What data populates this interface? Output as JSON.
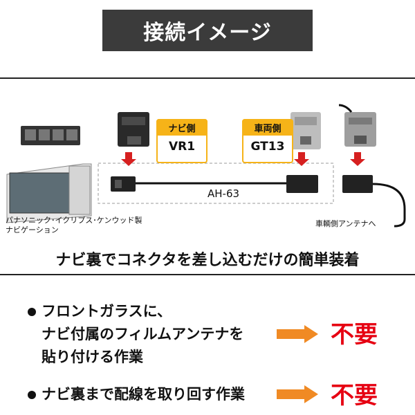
{
  "title": "接続イメージ",
  "diagram": {
    "navi_side_label": "ナビ側",
    "navi_side_value": "VR1",
    "vehicle_side_label": "車両側",
    "vehicle_side_value": "GT13",
    "cable_label": "AH-63",
    "brands_label_line1": "パナソニック･イクリプス･ケンウッド製",
    "brands_label_line2": "ナビゲーション",
    "antenna_label": "車輌側アンテナへ"
  },
  "headline": "ナビ裏でコネクタを差し込むだけの簡単装着",
  "benefits": [
    {
      "lines": [
        "フロントガラスに、",
        "ナビ付属のフィルムアンテナを",
        "貼り付ける作業"
      ],
      "result": "不要"
    },
    {
      "lines": [
        "ナビ裏まで配線を取り回す作業"
      ],
      "result": "不要"
    }
  ],
  "colors": {
    "accent_yellow": "#f6b318",
    "red": "#e60012",
    "arrow_orange": "#f08a24",
    "title_bg": "#3b3b3b"
  }
}
